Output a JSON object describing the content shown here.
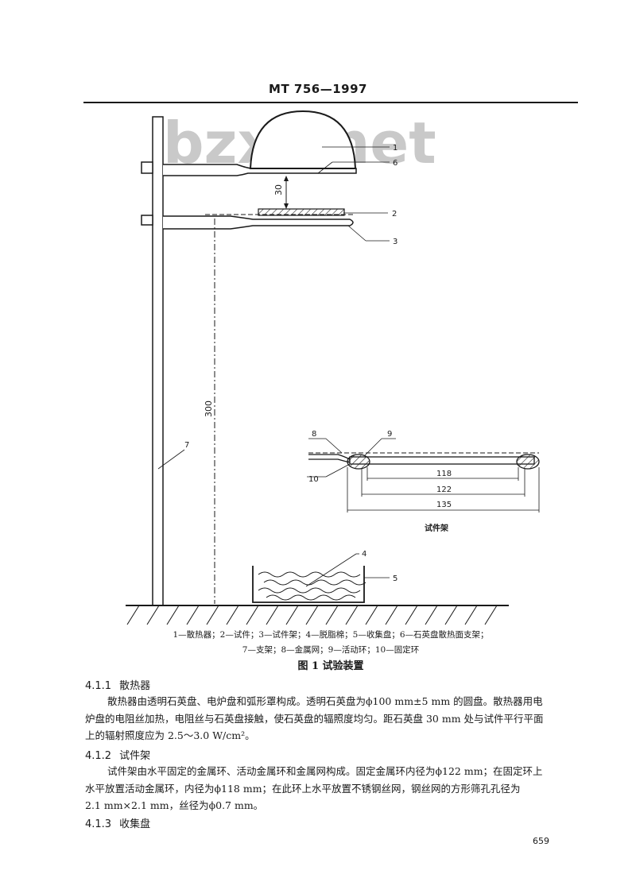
{
  "header": {
    "standard_code": "MT  756—1997"
  },
  "watermark": "bzxz.net",
  "figure": {
    "callouts": {
      "c1": "1",
      "c2": "2",
      "c3": "3",
      "c4": "4",
      "c5": "5",
      "c6": "6",
      "c7": "7",
      "c8": "8",
      "c9": "9",
      "c10": "10"
    },
    "dims": {
      "d30": "30",
      "d300": "300",
      "d118": "118",
      "d122": "122",
      "d135": "135"
    },
    "inset_caption": "试件架",
    "legend_line1": "1—散热器；2—试件；3—试件架；4—脱脂棉；5—收集盘；6—石英盘散热面支架；",
    "legend_line2": "7—支架；8—金属网；9—活动环；10—固定环",
    "caption": "图 1   试验装置"
  },
  "sections": {
    "s1": {
      "number": "4.1.1",
      "title": "散热器"
    },
    "s2": {
      "number": "4.1.2",
      "title": "试件架"
    },
    "s3": {
      "number": "4.1.3",
      "title": "收集盘"
    }
  },
  "para1": {
    "l1": "散热器由透明石英盘、电炉盘和弧形罩构成。透明石英盘为ϕ100 mm±5 mm 的圆盘。散热器用电",
    "l2": "炉盘的电阻丝加热，电阻丝与石英盘接触，使石英盘的辐照度均匀。距石英盘 30 mm 处与试件平行平面",
    "l3": "上的辐射照度应为 2.5～3.0 W/cm²。"
  },
  "para2": {
    "l1": "试件架由水平固定的金属环、活动金属环和金属网构成。固定金属环内径为ϕ122 mm；在固定环上",
    "l2": "水平放置活动金属环，内径为ϕ118 mm；在此环上水平放置不锈钢丝网，钢丝网的方形筛孔孔径为",
    "l3": "2.1 mm×2.1 mm，丝径为ϕ0.7 mm。"
  },
  "page_number": "659"
}
